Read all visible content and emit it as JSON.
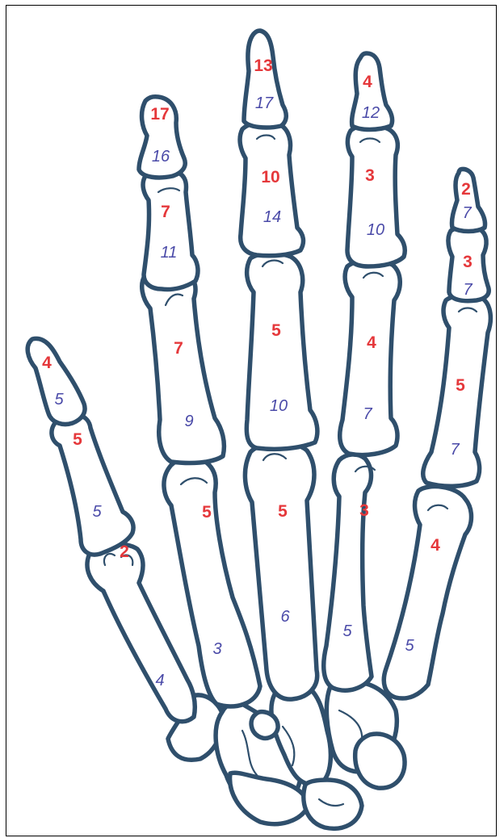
{
  "colors": {
    "bone_outline": "#2f4f6c",
    "red_label": "#e5383b",
    "blue_label": "#4a4aa8"
  },
  "labels": {
    "thumb": {
      "distal_red": "4",
      "distal_blue": "5",
      "proximal_red": "5",
      "proximal_blue": "5",
      "metacarpal_red": "2",
      "metacarpal_blue": "4"
    },
    "index": {
      "distal_red": "17",
      "distal_blue": "16",
      "middle_red": "7",
      "middle_blue": "11",
      "proximal_red": "7",
      "proximal_blue": "9",
      "metacarpal_red": "5",
      "metacarpal_blue": "3"
    },
    "middle": {
      "distal_red": "13",
      "distal_blue": "17",
      "middle_red": "10",
      "middle_blue": "14",
      "proximal_red": "5",
      "proximal_blue": "10",
      "metacarpal_red": "5",
      "metacarpal_blue": "6"
    },
    "ring": {
      "distal_red": "4",
      "distal_blue": "12",
      "middle_red": "3",
      "middle_blue": "10",
      "proximal_red": "4",
      "proximal_blue": "7",
      "metacarpal_red": "3",
      "metacarpal_blue": "5"
    },
    "little": {
      "distal_red": "2",
      "distal_blue": "7",
      "middle_red": "3",
      "middle_blue": "7",
      "proximal_red": "5",
      "proximal_blue": "7",
      "metacarpal_red": "4",
      "metacarpal_blue": "5"
    }
  }
}
